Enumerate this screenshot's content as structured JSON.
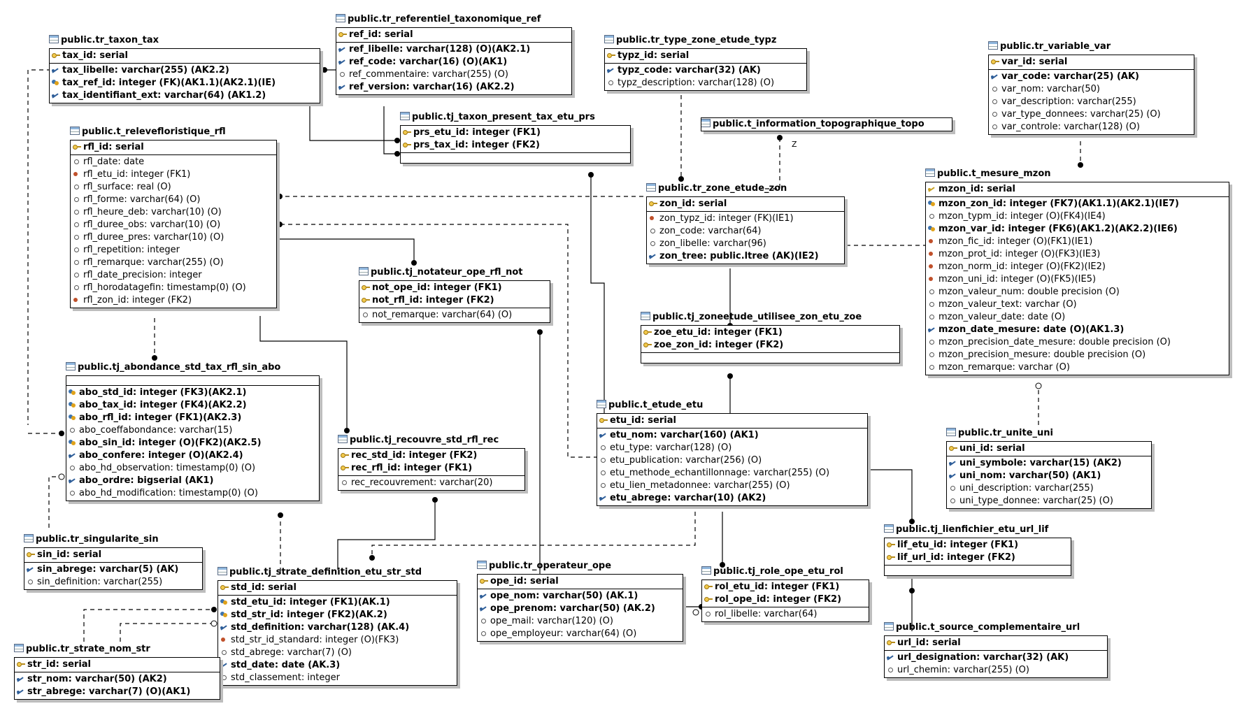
{
  "entities": [
    {
      "id": "tax",
      "title": "public.tr_taxon_tax",
      "sections": [
        [
          {
            "t": "tax_id: serial",
            "i": "pk",
            "b": true
          }
        ],
        [
          {
            "t": "tax_libelle: varchar(255) (AK2.2)",
            "i": "key",
            "b": true
          },
          {
            "t": "tax_ref_id: integer (FK)(AK1.1)(AK2.1)(IE)",
            "i": "pkfk",
            "b": true
          },
          {
            "t": "tax_identifiant_ext: varchar(64) (AK1.2)",
            "i": "key",
            "b": true
          }
        ]
      ]
    },
    {
      "id": "ref",
      "title": "public.tr_referentiel_taxonomique_ref",
      "sections": [
        [
          {
            "t": "ref_id: serial",
            "i": "pk",
            "b": true
          }
        ],
        [
          {
            "t": "ref_libelle: varchar(128) (O)(AK2.1)",
            "i": "key",
            "b": true
          },
          {
            "t": "ref_code: varchar(16) (O)(AK1)",
            "i": "key",
            "b": true
          },
          {
            "t": "ref_commentaire: varchar(255) (O)",
            "i": "none",
            "b": false
          },
          {
            "t": "ref_version: varchar(16) (AK2.2)",
            "i": "key",
            "b": true
          }
        ]
      ]
    },
    {
      "id": "typz",
      "title": "public.tr_type_zone_etude_typz",
      "sections": [
        [
          {
            "t": "typz_id: serial",
            "i": "pk",
            "b": true
          }
        ],
        [
          {
            "t": "typz_code: varchar(32) (AK)",
            "i": "key",
            "b": true
          },
          {
            "t": "typz_description: varchar(128) (O)",
            "i": "none",
            "b": false
          }
        ]
      ]
    },
    {
      "id": "var",
      "title": "public.tr_variable_var",
      "sections": [
        [
          {
            "t": "var_id: serial",
            "i": "pk",
            "b": true
          }
        ],
        [
          {
            "t": "var_code: varchar(25) (AK)",
            "i": "key",
            "b": true
          },
          {
            "t": "var_nom: varchar(50)",
            "i": "none",
            "b": false
          },
          {
            "t": "var_description: varchar(255)",
            "i": "none",
            "b": false
          },
          {
            "t": "var_type_donnees: varchar(25) (O)",
            "i": "none",
            "b": false
          },
          {
            "t": "var_controle: varchar(128) (O)",
            "i": "none",
            "b": false
          }
        ]
      ]
    },
    {
      "id": "prs",
      "title": "public.tj_taxon_present_tax_etu_prs",
      "sections": [
        [
          {
            "t": "prs_etu_id: integer (FK1)",
            "i": "pk",
            "b": true
          },
          {
            "t": "prs_tax_id: integer (FK2)",
            "i": "pk",
            "b": true
          }
        ],
        []
      ]
    },
    {
      "id": "topo",
      "title": "public.t_information_topographique_topo",
      "sections": []
    },
    {
      "id": "rfl",
      "title": "public.t_relevefloristique_rfl",
      "sections": [
        [
          {
            "t": "rfl_id: serial",
            "i": "pk",
            "b": true
          }
        ],
        [
          {
            "t": "rfl_date: date",
            "i": "none",
            "b": false
          },
          {
            "t": "rfl_etu_id: integer (FK1)",
            "i": "fk",
            "b": false
          },
          {
            "t": "rfl_surface: real (O)",
            "i": "none",
            "b": false
          },
          {
            "t": "rfl_forme: varchar(64) (O)",
            "i": "none",
            "b": false
          },
          {
            "t": "rfl_heure_deb: varchar(10) (O)",
            "i": "none",
            "b": false
          },
          {
            "t": "rfl_duree_obs: varchar(10) (O)",
            "i": "none",
            "b": false
          },
          {
            "t": "rfl_duree_pres: varchar(10) (O)",
            "i": "none",
            "b": false
          },
          {
            "t": "rfl_repetition: integer",
            "i": "none",
            "b": false
          },
          {
            "t": "rfl_remarque: varchar(255) (O)",
            "i": "none",
            "b": false
          },
          {
            "t": "rfl_date_precision: integer",
            "i": "none",
            "b": false
          },
          {
            "t": "rfl_horodatagefin: timestamp(0) (O)",
            "i": "none",
            "b": false
          },
          {
            "t": "rfl_zon_id: integer (FK2)",
            "i": "fk",
            "b": false
          }
        ]
      ]
    },
    {
      "id": "zon",
      "title": "public.tr_zone_etude_zon",
      "sections": [
        [
          {
            "t": "zon_id: serial",
            "i": "pk",
            "b": true
          }
        ],
        [
          {
            "t": "zon_typz_id: integer (FK)(IE1)",
            "i": "fk",
            "b": false
          },
          {
            "t": "zon_code: varchar(64)",
            "i": "none",
            "b": false
          },
          {
            "t": "zon_libelle: varchar(96)",
            "i": "none",
            "b": false
          },
          {
            "t": "zon_tree: public.ltree (AK)(IE2)",
            "i": "key",
            "b": true
          }
        ]
      ]
    },
    {
      "id": "mzon",
      "title": "public.t_mesure_mzon",
      "sections": [
        [
          {
            "t": "mzon_id: serial",
            "i": "akey",
            "b": true
          }
        ],
        [
          {
            "t": "mzon_zon_id: integer (FK7)(AK1.1)(AK2.1)(IE7)",
            "i": "pkfk",
            "b": true
          },
          {
            "t": "mzon_typm_id: integer (O)(FK4)(IE4)",
            "i": "none",
            "b": false
          },
          {
            "t": "mzon_var_id: integer (FK6)(AK1.2)(AK2.2)(IE6)",
            "i": "pkfk",
            "b": true
          },
          {
            "t": "mzon_fic_id: integer (O)(FK1)(IE1)",
            "i": "fk",
            "b": false
          },
          {
            "t": "mzon_prot_id: integer (O)(FK3)(IE3)",
            "i": "fk",
            "b": false
          },
          {
            "t": "mzon_norm_id: integer (O)(FK2)(IE2)",
            "i": "fk",
            "b": false
          },
          {
            "t": "mzon_uni_id: integer (O)(FK5)(IE5)",
            "i": "fk",
            "b": false
          },
          {
            "t": "mzon_valeur_num: double precision (O)",
            "i": "none",
            "b": false
          },
          {
            "t": "mzon_valeur_text: varchar (O)",
            "i": "none",
            "b": false
          },
          {
            "t": "mzon_valeur_date: date (O)",
            "i": "none",
            "b": false
          },
          {
            "t": "mzon_date_mesure: date (O)(AK1.3)",
            "i": "key",
            "b": true
          },
          {
            "t": "mzon_precision_date_mesure: double precision (O)",
            "i": "none",
            "b": false
          },
          {
            "t": "mzon_precision_mesure: double precision (O)",
            "i": "none",
            "b": false
          },
          {
            "t": "mzon_remarque: varchar (O)",
            "i": "none",
            "b": false
          }
        ]
      ]
    },
    {
      "id": "not",
      "title": "public.tj_notateur_ope_rfl_not",
      "sections": [
        [
          {
            "t": "not_ope_id: integer (FK1)",
            "i": "pk",
            "b": true
          },
          {
            "t": "not_rfl_id: integer (FK2)",
            "i": "pk",
            "b": true
          }
        ],
        [
          {
            "t": "not_remarque: varchar(64) (O)",
            "i": "none",
            "b": false
          }
        ]
      ]
    },
    {
      "id": "zoe",
      "title": "public.tj_zoneetude_utilisee_zon_etu_zoe",
      "sections": [
        [
          {
            "t": "zoe_etu_id: integer (FK1)",
            "i": "pk",
            "b": true
          },
          {
            "t": "zoe_zon_id: integer (FK2)",
            "i": "pk",
            "b": true
          }
        ],
        []
      ]
    },
    {
      "id": "abo",
      "title": "public.tj_abondance_std_tax_rfl_sin_abo",
      "sections": [
        [],
        [
          {
            "t": "abo_std_id: integer (FK3)(AK2.1)",
            "i": "pkfk",
            "b": true
          },
          {
            "t": "abo_tax_id: integer (FK4)(AK2.2)",
            "i": "pkfk",
            "b": true
          },
          {
            "t": "abo_rfl_id: integer (FK1)(AK2.3)",
            "i": "pkfk",
            "b": true
          },
          {
            "t": "abo_coeffabondance: varchar(15)",
            "i": "none",
            "b": false
          },
          {
            "t": "abo_sin_id: integer (O)(FK2)(AK2.5)",
            "i": "pkfk",
            "b": true
          },
          {
            "t": "abo_confere: integer (O)(AK2.4)",
            "i": "key",
            "b": true
          },
          {
            "t": "abo_hd_observation: timestamp(0) (O)",
            "i": "none",
            "b": false
          },
          {
            "t": "abo_ordre: bigserial (AK1)",
            "i": "key",
            "b": true
          },
          {
            "t": "abo_hd_modification: timestamp(0) (O)",
            "i": "none",
            "b": false
          }
        ]
      ]
    },
    {
      "id": "etu",
      "title": "public.t_etude_etu",
      "sections": [
        [
          {
            "t": "etu_id: serial",
            "i": "pk",
            "b": true
          }
        ],
        [
          {
            "t": "etu_nom: varchar(160) (AK1)",
            "i": "key",
            "b": true
          },
          {
            "t": "etu_type: varchar(128) (O)",
            "i": "none",
            "b": false
          },
          {
            "t": "etu_publication: varchar(256) (O)",
            "i": "none",
            "b": false
          },
          {
            "t": "etu_methode_echantillonnage: varchar(255) (O)",
            "i": "none",
            "b": false
          },
          {
            "t": "etu_lien_metadonnee: varchar(255) (O)",
            "i": "none",
            "b": false
          },
          {
            "t": "etu_abrege: varchar(10) (AK2)",
            "i": "key",
            "b": true
          }
        ]
      ]
    },
    {
      "id": "rec",
      "title": "public.tj_recouvre_std_rfl_rec",
      "sections": [
        [
          {
            "t": "rec_std_id: integer (FK2)",
            "i": "pk",
            "b": true
          },
          {
            "t": "rec_rfl_id: integer (FK1)",
            "i": "pk",
            "b": true
          }
        ],
        [
          {
            "t": "rec_recouvrement: varchar(20)",
            "i": "none",
            "b": false
          }
        ]
      ]
    },
    {
      "id": "uni",
      "title": "public.tr_unite_uni",
      "sections": [
        [
          {
            "t": "uni_id: serial",
            "i": "pk",
            "b": true
          }
        ],
        [
          {
            "t": "uni_symbole: varchar(15) (AK2)",
            "i": "key",
            "b": true
          },
          {
            "t": "uni_nom: varchar(50) (AK1)",
            "i": "key",
            "b": true
          },
          {
            "t": "uni_description: varchar(255)",
            "i": "none",
            "b": false
          },
          {
            "t": "uni_type_donnee: varchar(25) (O)",
            "i": "none",
            "b": false
          }
        ]
      ]
    },
    {
      "id": "lif",
      "title": "public.tj_lienfichier_etu_url_lif",
      "sections": [
        [
          {
            "t": "lif_etu_id: integer (FK1)",
            "i": "pk",
            "b": true
          },
          {
            "t": "lif_url_id: integer (FK2)",
            "i": "pk",
            "b": true
          }
        ],
        []
      ]
    },
    {
      "id": "sin",
      "title": "public.tr_singularite_sin",
      "sections": [
        [
          {
            "t": "sin_id: serial",
            "i": "pk",
            "b": true
          }
        ],
        [
          {
            "t": "sin_abrege: varchar(5) (AK)",
            "i": "key",
            "b": true
          },
          {
            "t": "sin_definition: varchar(255)",
            "i": "none",
            "b": false
          }
        ]
      ]
    },
    {
      "id": "std",
      "title": "public.tj_strate_definition_etu_str_std",
      "sections": [
        [
          {
            "t": "std_id: serial",
            "i": "pk",
            "b": true
          }
        ],
        [
          {
            "t": "std_etu_id: integer (FK1)(AK.1)",
            "i": "pkfk",
            "b": true
          },
          {
            "t": "std_str_id: integer (FK2)(AK.2)",
            "i": "pkfk",
            "b": true
          },
          {
            "t": "std_definition: varchar(128) (AK.4)",
            "i": "key",
            "b": true
          },
          {
            "t": "std_str_id_standard: integer (O)(FK3)",
            "i": "fk",
            "b": false
          },
          {
            "t": "std_abrege: varchar(7) (O)",
            "i": "none",
            "b": false
          },
          {
            "t": "std_date: date (AK.3)",
            "i": "key",
            "b": true
          },
          {
            "t": "std_classement: integer",
            "i": "none",
            "b": false
          }
        ]
      ]
    },
    {
      "id": "ope",
      "title": "public.tr_operateur_ope",
      "sections": [
        [
          {
            "t": "ope_id: serial",
            "i": "pk",
            "b": true
          }
        ],
        [
          {
            "t": "ope_nom: varchar(50) (AK.1)",
            "i": "key",
            "b": true
          },
          {
            "t": "ope_prenom: varchar(50) (AK.2)",
            "i": "key",
            "b": true
          },
          {
            "t": "ope_mail: varchar(120) (O)",
            "i": "none",
            "b": false
          },
          {
            "t": "ope_employeur: varchar(64) (O)",
            "i": "none",
            "b": false
          }
        ]
      ]
    },
    {
      "id": "rol",
      "title": "public.tj_role_ope_etu_rol",
      "sections": [
        [
          {
            "t": "rol_etu_id: integer (FK1)",
            "i": "pk",
            "b": true
          },
          {
            "t": "rol_ope_id: integer (FK2)",
            "i": "pk",
            "b": true
          }
        ],
        [
          {
            "t": "rol_libelle: varchar(64)",
            "i": "none",
            "b": false
          }
        ]
      ]
    },
    {
      "id": "url",
      "title": "public.t_source_complementaire_url",
      "sections": [
        [
          {
            "t": "url_id: serial",
            "i": "pk",
            "b": true
          }
        ],
        [
          {
            "t": "url_designation: varchar(32) (AK)",
            "i": "key",
            "b": true
          },
          {
            "t": "url_chemin: varchar(255) (O)",
            "i": "none",
            "b": false
          }
        ]
      ]
    },
    {
      "id": "str",
      "title": "public.tr_strate_nom_str",
      "sections": [
        [
          {
            "t": "str_id: serial",
            "i": "pk",
            "b": true
          }
        ],
        [
          {
            "t": "str_nom: varchar(50) (AK2)",
            "i": "key",
            "b": true
          },
          {
            "t": "str_abrege: varchar(7) (O)(AK1)",
            "i": "key",
            "b": true
          }
        ]
      ]
    }
  ],
  "cardinality_label": "Z"
}
